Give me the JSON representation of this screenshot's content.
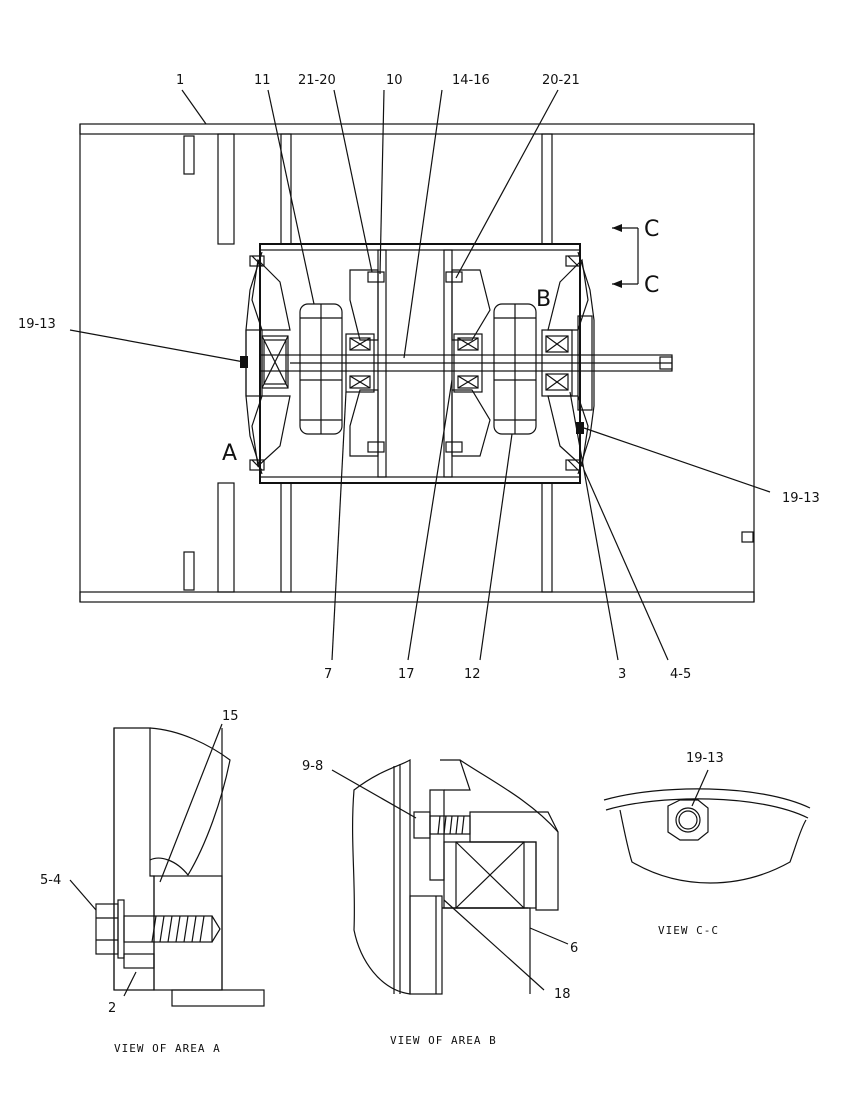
{
  "callouts": {
    "c1": "1",
    "c11": "11",
    "c21_20": "21-20",
    "c10": "10",
    "c14_16": "14-16",
    "c20_21": "20-21",
    "c19_13_left": "19-13",
    "c19_13_right": "19-13",
    "c7": "7",
    "c17": "17",
    "c12": "12",
    "c3": "3",
    "c4_5": "4-5",
    "c15": "15",
    "c5_4": "5-4",
    "c2": "2",
    "c9_8": "9-8",
    "c6": "6",
    "c18": "18",
    "c19_13_cc": "19-13"
  },
  "markers": {
    "area_a": "A",
    "area_b": "B",
    "section_c_top": "C",
    "section_c_bottom": "C"
  },
  "captions": {
    "view_area_a": "VIEW OF AREA A",
    "view_area_b": "VIEW OF AREA B",
    "view_c_c": "VIEW C-C"
  }
}
